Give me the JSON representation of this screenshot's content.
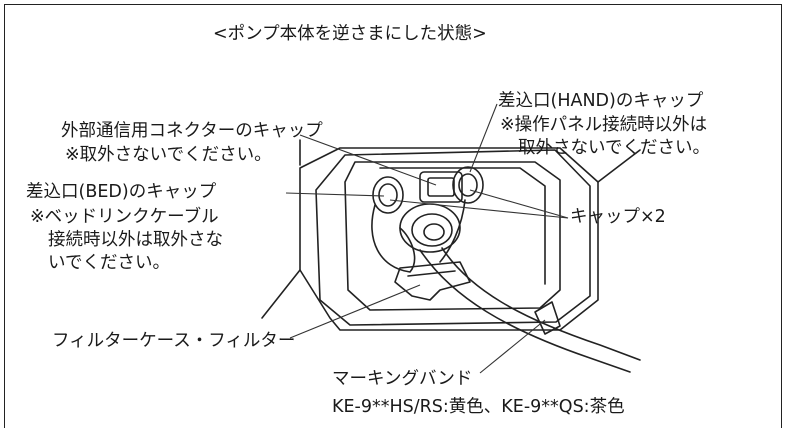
{
  "title": "<ポンプ本体を逆さまにした状態>",
  "labels": {
    "hand_cap": "差込口(HAND)のキャップ",
    "hand_note_1": "※操作パネル接続時以外は",
    "hand_note_2": "取外さないでください。",
    "comm_cap": "外部通信用コネクターのキャップ",
    "comm_note": "※取外さないでください。",
    "bed_cap": "差込口(BED)のキャップ",
    "bed_note_1": "※ベッドリンクケーブル",
    "bed_note_2": "接続時以外は取外さな",
    "bed_note_3": "いでください。",
    "cap_x2": "キャップ×2",
    "filter": "フィルターケース・フィルター",
    "marking_band": "マーキングバンド",
    "marking_colors": "KE-9**HS/RS:黄色、KE-9**QS:茶色"
  }
}
